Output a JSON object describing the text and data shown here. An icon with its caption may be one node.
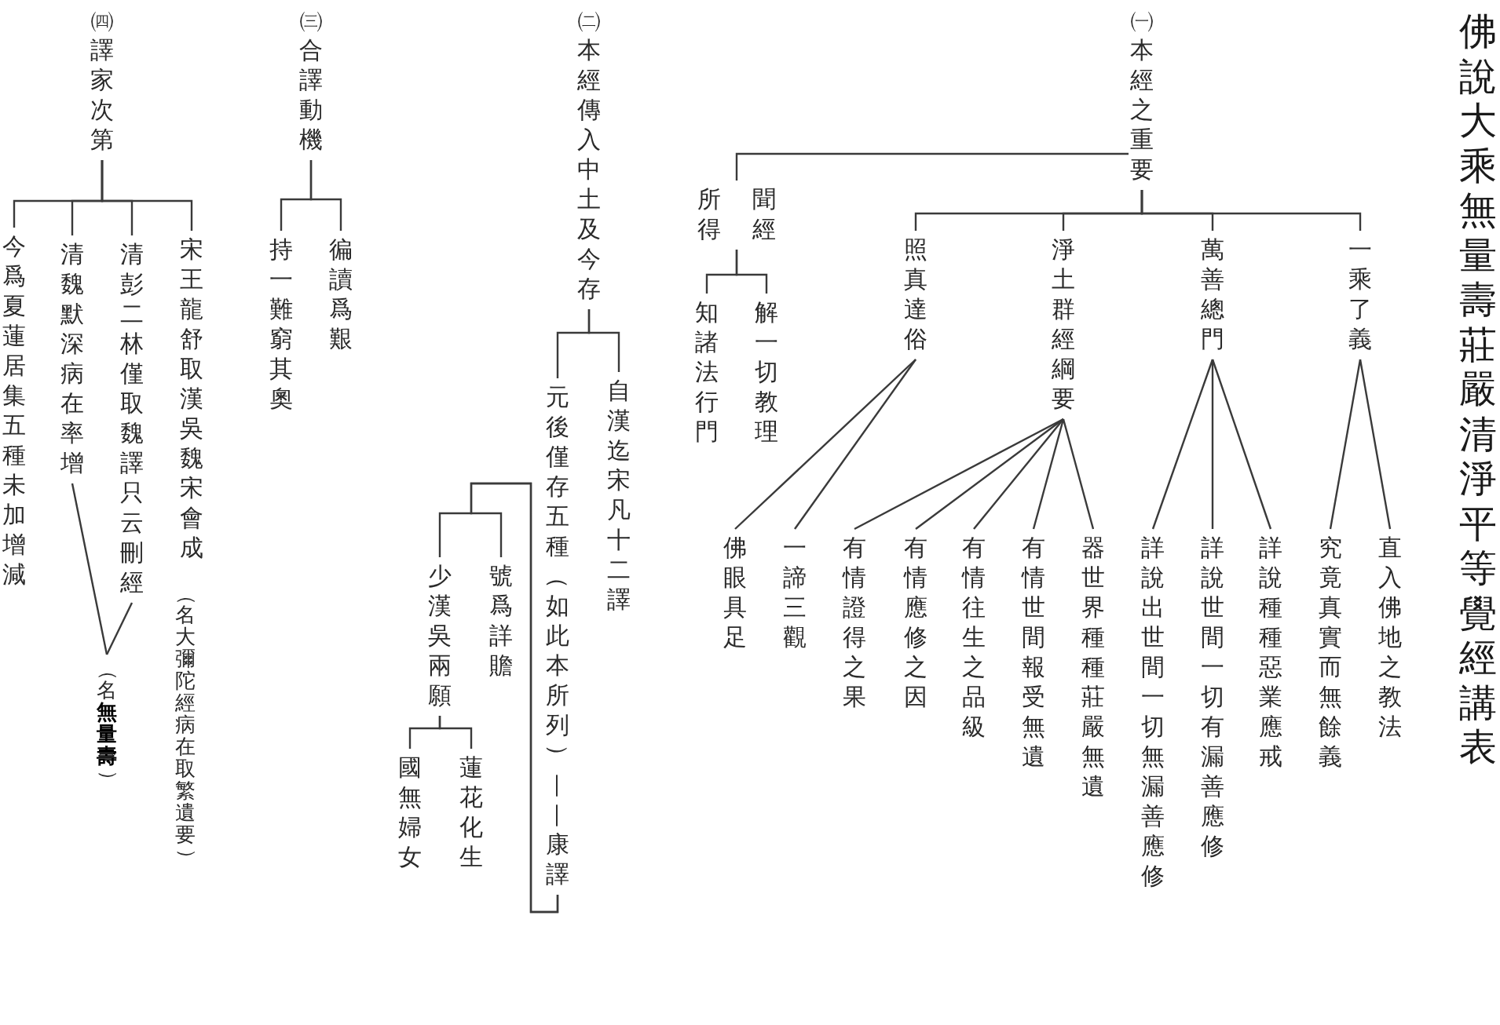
{
  "diagram": {
    "title": "佛說大乘無量壽莊嚴清淨平等覺經講表",
    "nodes": [
      {
        "text": [
          "㈠本經之重要"
        ]
      },
      {
        "text": [
          "聞經所得"
        ]
      },
      {
        "text": [
          "解一切教理"
        ]
      },
      {
        "text": [
          "知諸法行門"
        ]
      },
      {
        "text": [
          "一乘了義"
        ]
      },
      {
        "text": [
          "萬善總門"
        ]
      },
      {
        "text": [
          "淨土群經綱要"
        ]
      },
      {
        "text": [
          "照真達俗"
        ]
      },
      {
        "text": [
          "直入佛地之教法"
        ]
      },
      {
        "text": [
          "究竟真實而無餘義"
        ]
      },
      {
        "text": [
          "詳說種種惡業應戒"
        ]
      },
      {
        "text": [
          "詳說世間一切有漏善應修"
        ]
      },
      {
        "text": [
          "詳說出世間一切無漏善應修"
        ]
      },
      {
        "text": [
          "器世界種種莊嚴無遺"
        ]
      },
      {
        "text": [
          "有情世間報受無遺"
        ]
      },
      {
        "text": [
          "有情往生之品級"
        ]
      },
      {
        "text": [
          "有情應修之因"
        ]
      },
      {
        "text": [
          "有情證得之果"
        ]
      },
      {
        "text": [
          "一諦三觀"
        ]
      },
      {
        "text": [
          "佛眼具足"
        ]
      },
      {
        "text": [
          "㈡本經傳入中土及今存"
        ]
      },
      {
        "text": [
          "自漢迄宋凡十二譯"
        ]
      },
      {
        "text": [
          "元後僅存五種（如此本所列）——康譯"
        ]
      },
      {
        "text": [
          "號爲詳贍"
        ]
      },
      {
        "text": [
          "少漢吳兩願"
        ]
      },
      {
        "text": [
          "蓮花化生"
        ]
      },
      {
        "text": [
          "國無婦女"
        ]
      },
      {
        "text": [
          "㈢合譯動機"
        ]
      },
      {
        "text": [
          "徧讀爲艱"
        ]
      },
      {
        "text": [
          "持一難窮其奧"
        ]
      },
      {
        "text": [
          "㈣譯家次第"
        ]
      },
      {
        "text": [
          "宋王龍舒取漢吳魏宋會成"
        ],
        "beside": [
          "（名大彌陀經病在取繁遺要）"
        ]
      },
      {
        "text": [
          "清彭二林僅取魏譯只云刪經"
        ]
      },
      {
        "text": [
          "清魏默深病在率增"
        ]
      },
      {
        "text": [
          "今爲夏蓮居集五種未加增減"
        ]
      },
      {
        "text": [
          "（名**無量壽**）"
        ]
      }
    ],
    "edges": [
      {
        "from": 0,
        "to": 1,
        "arrow": "none"
      },
      {
        "from": 1,
        "to": 2,
        "arrow": "none"
      },
      {
        "from": 1,
        "to": 3,
        "arrow": "none"
      },
      {
        "from": 0,
        "to": 4,
        "arrow": "none"
      },
      {
        "from": 0,
        "to": 5,
        "arrow": "none"
      },
      {
        "from": 0,
        "to": 6,
        "arrow": "none"
      },
      {
        "from": 0,
        "to": 7,
        "arrow": "none"
      },
      {
        "from": 4,
        "to": 8,
        "arrow": "none"
      },
      {
        "from": 4,
        "to": 9,
        "arrow": "none"
      },
      {
        "from": 5,
        "to": 10,
        "arrow": "none"
      },
      {
        "from": 5,
        "to": 11,
        "arrow": "none"
      },
      {
        "from": 5,
        "to": 12,
        "arrow": "none"
      },
      {
        "from": 6,
        "to": 13,
        "arrow": "none"
      },
      {
        "from": 6,
        "to": 14,
        "arrow": "none"
      },
      {
        "from": 6,
        "to": 15,
        "arrow": "none"
      },
      {
        "from": 6,
        "to": 16,
        "arrow": "none"
      },
      {
        "from": 6,
        "to": 17,
        "arrow": "none"
      },
      {
        "from": 7,
        "to": 18,
        "arrow": "none"
      },
      {
        "from": 7,
        "to": 19,
        "arrow": "none"
      },
      {
        "from": 20,
        "to": 21,
        "arrow": "none"
      },
      {
        "from": 20,
        "to": 22,
        "arrow": "none"
      },
      {
        "from": 22,
        "to": 23,
        "arrow": "none"
      },
      {
        "from": 22,
        "to": 24,
        "arrow": "none"
      },
      {
        "from": 24,
        "to": 25,
        "arrow": "none"
      },
      {
        "from": 24,
        "to": 26,
        "arrow": "none"
      },
      {
        "from": 27,
        "to": 28,
        "arrow": "none"
      },
      {
        "from": 27,
        "to": 29,
        "arrow": "none"
      },
      {
        "from": 30,
        "to": 31,
        "arrow": "none"
      },
      {
        "from": 30,
        "to": 32,
        "arrow": "none"
      },
      {
        "from": 30,
        "to": 33,
        "arrow": "none"
      },
      {
        "from": 30,
        "to": 34,
        "arrow": "none"
      },
      {
        "from": 32,
        "to": 35,
        "arrow": "none"
      },
      {
        "from": 33,
        "to": 35,
        "arrow": "none"
      }
    ]
  }
}
